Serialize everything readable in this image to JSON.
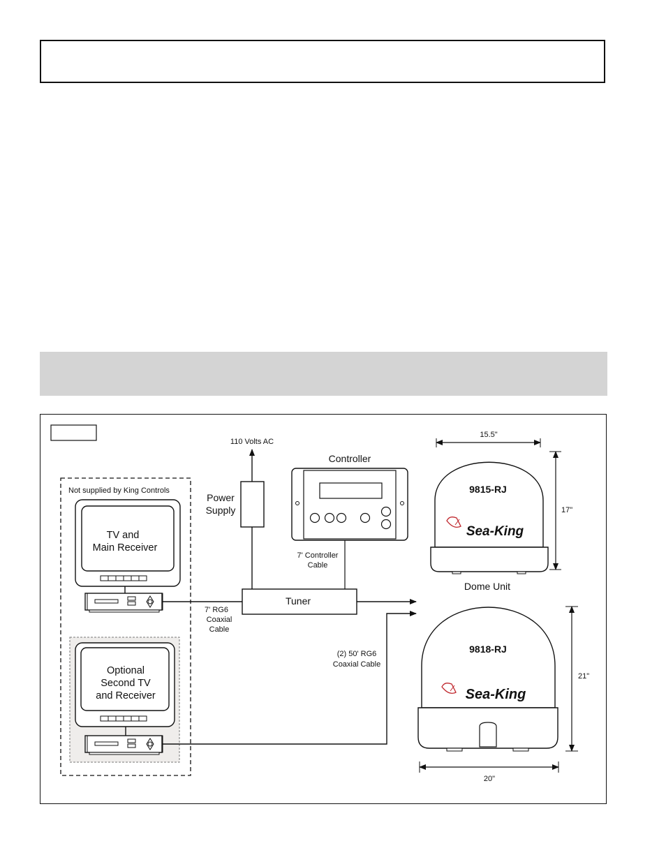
{
  "labels": {
    "volts": "110 Volts AC",
    "controller": "Controller",
    "not_supplied": "Not supplied by King Controls",
    "power_line1": "Power",
    "power_line2": "Supply",
    "tv1_line1": "TV and",
    "tv1_line2": "Main Receiver",
    "tv2_line1": "Optional",
    "tv2_line2": "Second TV",
    "tv2_line3": "and Receiver",
    "ctrl_cable_line1": "7' Controller",
    "ctrl_cable_line2": "Cable",
    "tuner": "Tuner",
    "rg6_line1": "7' RG6",
    "rg6_line2": "Coaxial",
    "rg6_line3": "Cable",
    "coax50_line1": "(2) 50' RG6",
    "coax50_line2": "Coaxial Cable",
    "dome_unit": "Dome Unit",
    "dim_width_small": "15.5\"",
    "dim_height_small": "17\"",
    "dim_height_large": "21\"",
    "dim_width_large": "20\"",
    "model_small": "9815-RJ",
    "model_large": "9818-RJ",
    "brand": "Sea-King"
  },
  "colors": {
    "brand_blue": "#2a6fa8",
    "brand_red": "#c0272d",
    "band_gray": "#d4d4d4",
    "optional_fill": "#efedeb"
  }
}
